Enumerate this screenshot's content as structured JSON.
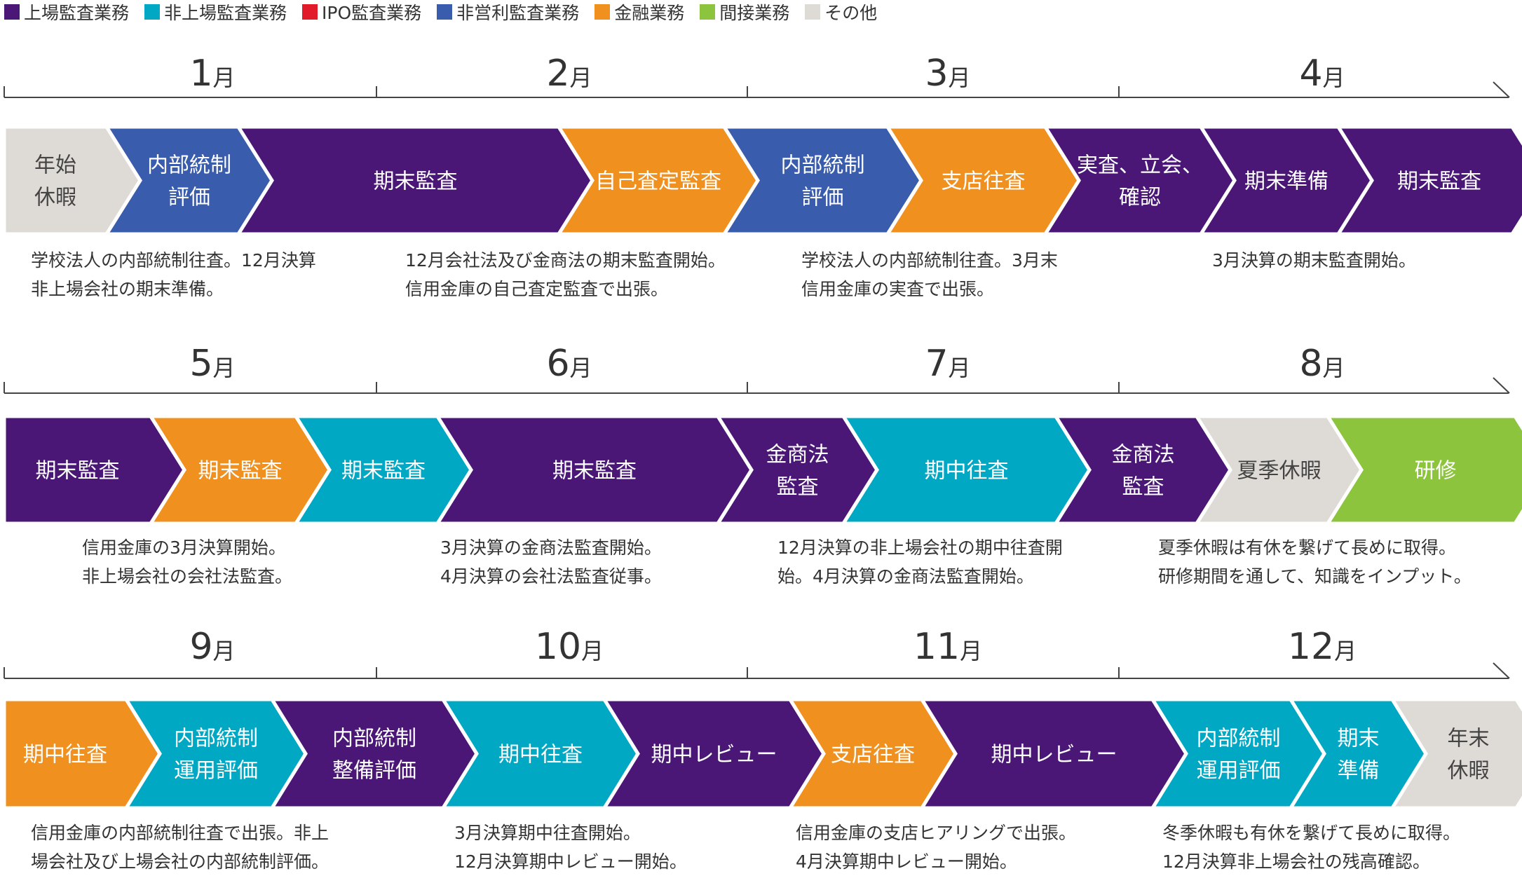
{
  "legend": [
    {
      "label": "上場監査業務",
      "color": "#4a1777"
    },
    {
      "label": "非上場監査業務",
      "color": "#00a8c4"
    },
    {
      "label": "IPO監査業務",
      "color": "#e21b2a"
    },
    {
      "label": "非営利監査業務",
      "color": "#3a5cad"
    },
    {
      "label": "金融業務",
      "color": "#f0901e"
    },
    {
      "label": "間接業務",
      "color": "#8cc43d"
    },
    {
      "label": "その他",
      "color": "#dedbd6"
    }
  ],
  "category_colors": {
    "listed": "#4a1777",
    "unlisted": "#00a8c4",
    "nonprofit": "#3a5cad",
    "finance": "#f0901e",
    "indirect": "#8cc43d",
    "other": "#dedbd6"
  },
  "rows": [
    {
      "months": [
        {
          "num": "1",
          "unit": "月"
        },
        {
          "num": "2",
          "unit": "月"
        },
        {
          "num": "3",
          "unit": "月"
        },
        {
          "num": "4",
          "unit": "月"
        }
      ],
      "tasks": [
        {
          "label": "年始\n休暇",
          "category": "other"
        },
        {
          "label": "内部統制\n評価",
          "category": "nonprofit"
        },
        {
          "label": "期末監査",
          "category": "listed"
        },
        {
          "label": "自己査定監査",
          "category": "finance"
        },
        {
          "label": "内部統制\n評価",
          "category": "nonprofit"
        },
        {
          "label": "支店往査",
          "category": "finance"
        },
        {
          "label": "実査、立会、\n確認",
          "category": "listed"
        },
        {
          "label": "期末準備",
          "category": "listed"
        },
        {
          "label": "期末監査",
          "category": "listed"
        }
      ],
      "descriptions": [
        "学校法人の内部統制往査。12月決算\n非上場会社の期末準備。",
        "12月会社法及び金商法の期末監査開始。\n信用金庫の自己査定監査で出張。",
        "学校法人の内部統制往査。3月末\n信用金庫の実査で出張。",
        "3月決算の期末監査開始。"
      ]
    },
    {
      "months": [
        {
          "num": "5",
          "unit": "月"
        },
        {
          "num": "6",
          "unit": "月"
        },
        {
          "num": "7",
          "unit": "月"
        },
        {
          "num": "8",
          "unit": "月"
        }
      ],
      "tasks": [
        {
          "label": "期末監査",
          "category": "listed"
        },
        {
          "label": "期末監査",
          "category": "finance"
        },
        {
          "label": "期末監査",
          "category": "unlisted"
        },
        {
          "label": "期末監査",
          "category": "listed"
        },
        {
          "label": "金商法\n監査",
          "category": "listed"
        },
        {
          "label": "期中往査",
          "category": "unlisted"
        },
        {
          "label": "金商法\n監査",
          "category": "listed"
        },
        {
          "label": "夏季休暇",
          "category": "other"
        },
        {
          "label": "研修",
          "category": "indirect"
        }
      ],
      "descriptions": [
        "信用金庫の3月決算開始。\n非上場会社の会社法監査。",
        "3月決算の金商法監査開始。\n4月決算の会社法監査従事。",
        "12月決算の非上場会社の期中往査開\n始。4月決算の金商法監査開始。",
        "夏季休暇は有休を繋げて長めに取得。\n研修期間を通して、知識をインプット。"
      ]
    },
    {
      "months": [
        {
          "num": "9",
          "unit": "月"
        },
        {
          "num": "10",
          "unit": "月"
        },
        {
          "num": "11",
          "unit": "月"
        },
        {
          "num": "12",
          "unit": "月"
        }
      ],
      "tasks": [
        {
          "label": "期中往査",
          "category": "finance"
        },
        {
          "label": "内部統制\n運用評価",
          "category": "unlisted"
        },
        {
          "label": "内部統制\n整備評価",
          "category": "listed"
        },
        {
          "label": "期中往査",
          "category": "unlisted"
        },
        {
          "label": "期中レビュー",
          "category": "listed"
        },
        {
          "label": "支店往査",
          "category": "finance"
        },
        {
          "label": "期中レビュー",
          "category": "listed"
        },
        {
          "label": "内部統制\n運用評価",
          "category": "unlisted"
        },
        {
          "label": "期末\n準備",
          "category": "unlisted"
        },
        {
          "label": "年末\n休暇",
          "category": "other"
        }
      ],
      "descriptions": [
        "信用金庫の内部統制往査で出張。非上\n場会社及び上場会社の内部統制評価。",
        "3月決算期中往査開始。\n12月決算期中レビュー開始。",
        "信用金庫の支店ヒアリングで出張。\n4月決算期中レビュー開始。",
        "冬季休暇も有休を繋げて長めに取得。\n12月決算非上場会社の残高確認。"
      ]
    }
  ]
}
